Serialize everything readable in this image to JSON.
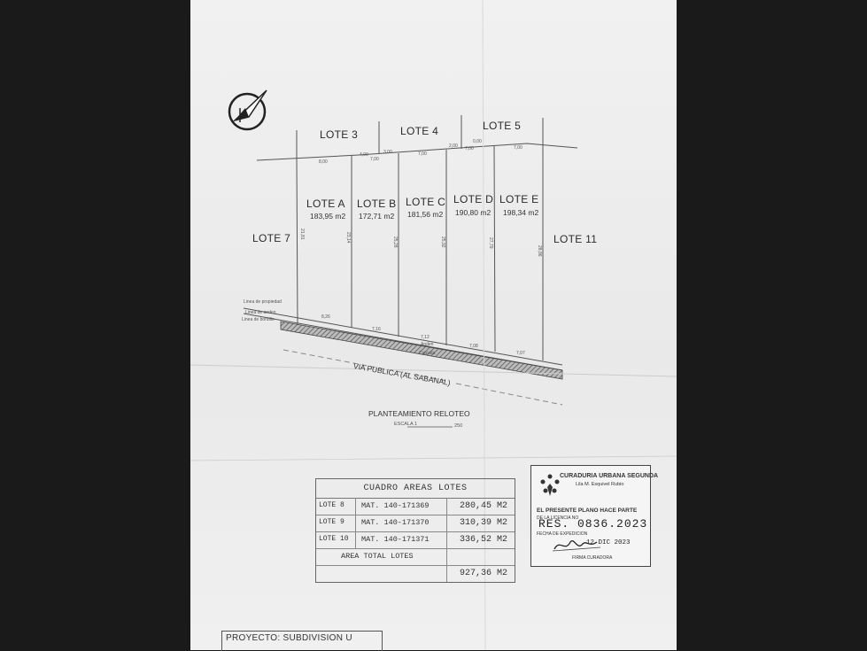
{
  "top_lotes": [
    "LOTE 3",
    "LOTE 4",
    "LOTE 5"
  ],
  "side_lotes": {
    "left": "LOTE 7",
    "right": "LOTE 11"
  },
  "lots": [
    {
      "label": "LOTE A",
      "area": "183,95 m2",
      "front": "8,26",
      "side": "21,81",
      "back": "8,00"
    },
    {
      "label": "LOTE B",
      "area": "172,71 m2",
      "front": "7,16",
      "side": "23,14",
      "back": "7,00"
    },
    {
      "label": "LOTE C",
      "area": "181,56 m2",
      "front": "7,12",
      "side": "25,28",
      "back": "7,00"
    },
    {
      "label": "LOTE D",
      "area": "190,80 m2",
      "front": "7,08",
      "side": "25,92",
      "back": "7,00"
    },
    {
      "label": "LOTE E",
      "area": "198,34 m2",
      "front": "7,07",
      "side": "27,79",
      "back": "7,00"
    }
  ],
  "extra_dims": {
    "right_side": "28,86",
    "top_a": "4,00",
    "top_b": "3,00",
    "top_c": "2,00",
    "top_d": "0,00"
  },
  "lines": {
    "propiedad": "Linea de propiedad",
    "anden": "Linea de anden",
    "bordillo": "Linea de bordillo",
    "anden_lbl": "Anden",
    "calzada": "Calzada"
  },
  "road": "VIA PUBLICA (AL SABANAL)",
  "plan_title": "PLANTEAMIENTO RELOTEO",
  "scale": "ESCALA 1",
  "scale_value": "250",
  "table": {
    "title": "CUADRO AREAS LOTES",
    "rows": [
      {
        "lote": "LOTE 8",
        "mat": "MAT. 140-171369",
        "area": "280,45 M2"
      },
      {
        "lote": "LOTE 9",
        "mat": "MAT. 140-171370",
        "area": "310,39 M2"
      },
      {
        "lote": "LOTE 10",
        "mat": "MAT. 140-171371",
        "area": "336,52 M2"
      }
    ],
    "total_label": "AREA TOTAL LOTES",
    "total_value": "927,36 M2"
  },
  "stamp": {
    "title": "CURADURIA URBANA SEGUNDA",
    "name": "Lila M. Esquivel Rubio",
    "line1": "EL PRESENTE PLANO HACE PARTE",
    "line2": "DE LA LICENCIA NO",
    "res": "RES. 0836.2023",
    "fecha_label": "FECHA DE EXPEDICION",
    "date": "12 DIC 2023",
    "firma": "FIRMA CURADORA"
  },
  "project": "PROYECTO: SUBDIVISION U"
}
